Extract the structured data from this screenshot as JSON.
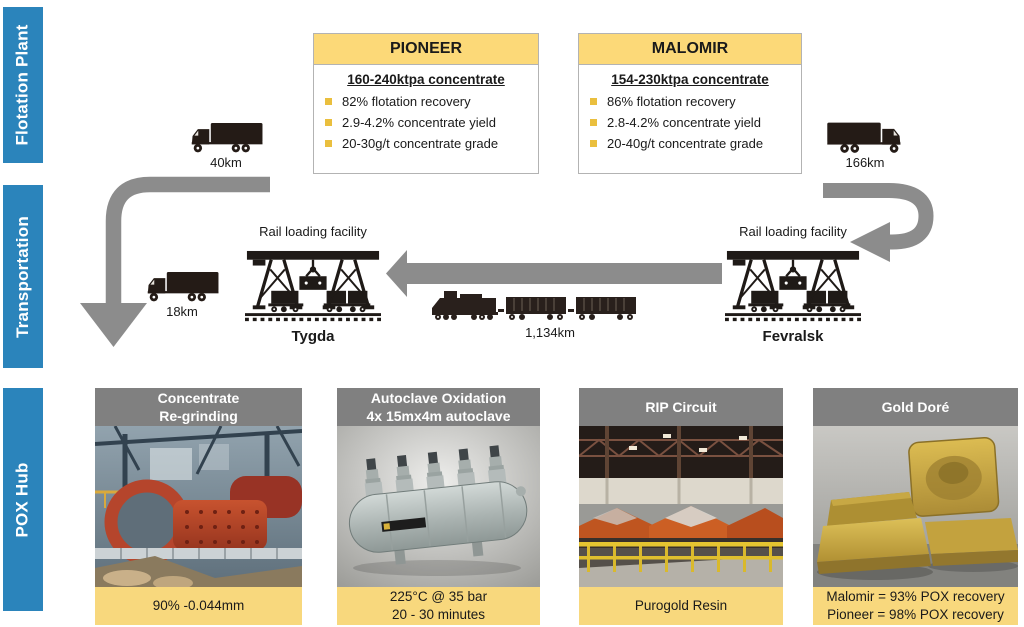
{
  "colors": {
    "section_blue": "#2b84bb",
    "box_header_yellow": "#fcd978",
    "panel_footer_yellow": "#f8d87d",
    "bullet_gold": "#eabf3e",
    "arrow_gray": "#8c8c8c",
    "panel_header_gray": "#808080",
    "icon_black": "#241b16"
  },
  "sections": [
    {
      "label": "Flotation Plant"
    },
    {
      "label": "Transportation"
    },
    {
      "label": "POX Hub"
    }
  ],
  "flotation": {
    "pioneer": {
      "name": "PIONEER",
      "throughput": "160-240ktpa concentrate",
      "bullets": [
        "82% flotation recovery",
        "2.9-4.2% concentrate yield",
        "20-30g/t concentrate grade"
      ],
      "truck_distance": "40km"
    },
    "malomir": {
      "name": "MALOMIR",
      "throughput": "154-230ktpa concentrate",
      "bullets": [
        "86% flotation recovery",
        "2.8-4.2% concentrate yield",
        "20-40g/t concentrate grade"
      ],
      "truck_distance": "166km"
    }
  },
  "transportation": {
    "truck_to_pox_distance": "18km",
    "rail_distance": "1,134km",
    "tygda": {
      "label": "Rail loading facility",
      "city": "Tygda"
    },
    "fevralsk": {
      "label": "Rail loading facility",
      "city": "Fevralsk"
    }
  },
  "pox_hub": {
    "panels": [
      {
        "title_line1": "Concentrate",
        "title_line2": "Re-grinding",
        "footer_line1": "90% -0.044mm",
        "footer_line2": ""
      },
      {
        "title_line1": "Autoclave Oxidation",
        "title_line2": "4x 15mx4m autoclave",
        "footer_line1": "225°C @ 35 bar",
        "footer_line2": "20 - 30 minutes"
      },
      {
        "title_line1": "RIP Circuit",
        "title_line2": "",
        "footer_line1": "Purogold Resin",
        "footer_line2": ""
      },
      {
        "title_line1": "Gold Doré",
        "title_line2": "",
        "footer_line1": "Malomir = 93% POX recovery",
        "footer_line2": "Pioneer = 98% POX recovery"
      }
    ]
  }
}
